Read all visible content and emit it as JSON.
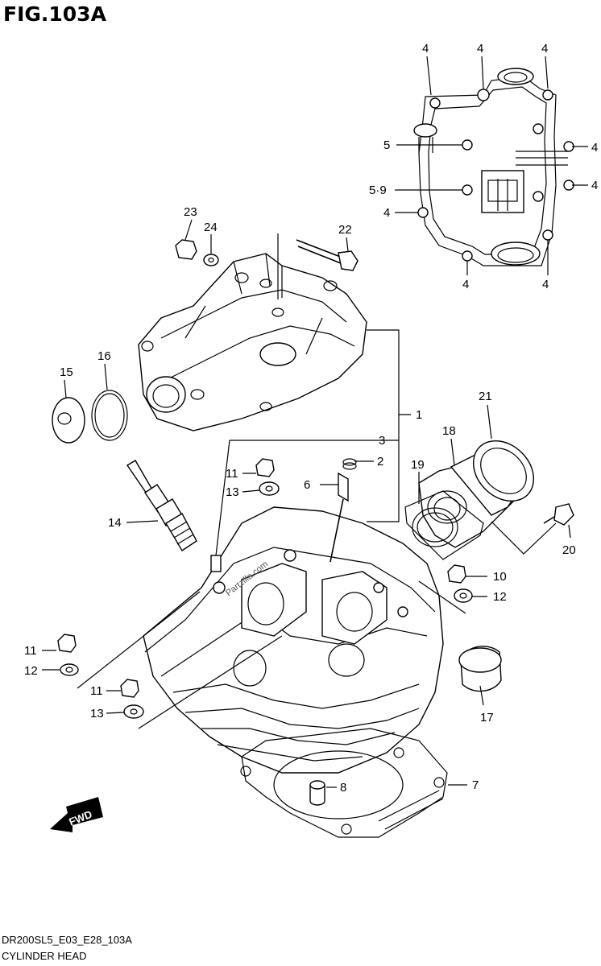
{
  "figure": {
    "title": "FIG.103A",
    "model_code": "DR200SL5_E03_E28_103A",
    "section_name": "CYLINDER HEAD",
    "watermark": "Partzilla.com",
    "fwd_label": "FWD"
  },
  "callouts": {
    "c1": "1",
    "c2": "2",
    "c3": "3",
    "c4a": "4",
    "c4b": "4",
    "c4c": "4",
    "c4d": "4",
    "c4e": "4",
    "c4f": "4",
    "c4g": "4",
    "c4h": "4",
    "c5": "5",
    "c59": "5·9",
    "c6": "6",
    "c7": "7",
    "c8": "8",
    "c10": "10",
    "c11a": "11",
    "c11b": "11",
    "c11c": "11",
    "c12a": "12",
    "c12b": "12",
    "c13a": "13",
    "c13b": "13",
    "c14": "14",
    "c15": "15",
    "c16": "16",
    "c17": "17",
    "c18": "18",
    "c19": "19",
    "c20": "20",
    "c21": "21",
    "c22": "22",
    "c23": "23",
    "c24": "24"
  },
  "colors": {
    "line": "#000000",
    "background": "#ffffff",
    "fwd_arrow": "#000000"
  },
  "icons": {
    "fwd": "fwd-arrow-icon"
  }
}
